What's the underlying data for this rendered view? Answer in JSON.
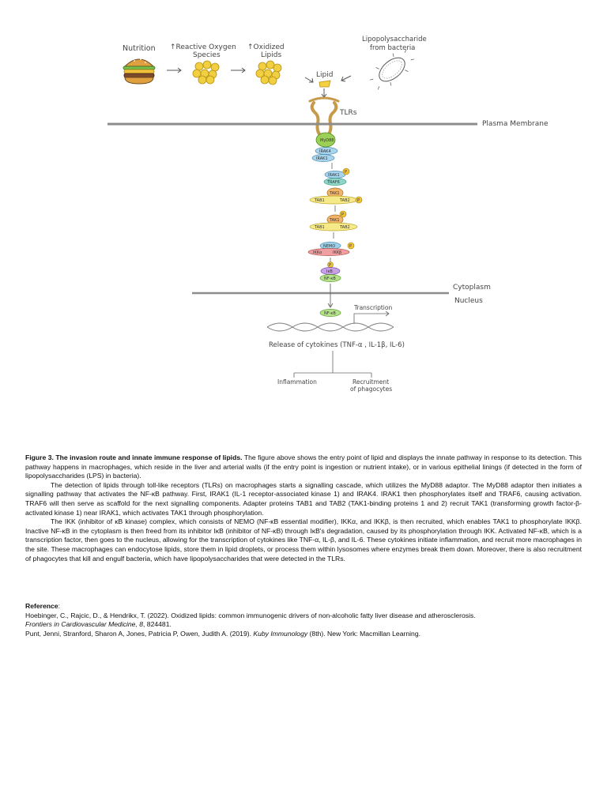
{
  "diagram": {
    "top_labels": {
      "nutrition": "Nutrition",
      "ros_1": "↑Reactive Oxygen",
      "ros_2": "Species",
      "ox_1": "↑Oxidized",
      "ox_2": "Lipids",
      "lps_1": "Lipopolysaccharide",
      "lps_2": "from bacteria",
      "lipid": "Lipid",
      "tlrs": "TLRs",
      "plasma_membrane": "Plasma Membrane",
      "cytoplasm": "Cytoplasm",
      "nucleus": "Nucleus",
      "transcription": "Transcription",
      "release": "Release of cytokines (TNF-α , IL-1β, IL-6)",
      "inflammation": "Inflammation",
      "recruit_1": "Recruitment",
      "recruit_2": "of phagocytes"
    },
    "molecules": {
      "myd88": "MyD88",
      "irak4": "IRAK4",
      "irak1": "IRAK1",
      "irak1_b": "IRAK1",
      "traf6": "TRAF6",
      "p": "P",
      "tak1": "TAK1",
      "tab1": "TAB1",
      "tab2": "TAB2",
      "nemo": "NEMO",
      "ikka": "IKKα",
      "ikkb": "IKKβ",
      "ikb": "IκB",
      "nfkb": "NF-κB"
    }
  },
  "caption": {
    "title": "Figure 3. The invasion route and innate immune response of lipids.",
    "p1": " The figure above shows the entry point of lipid and displays the innate pathway in response to its detection. This pathway happens in macrophages, which reside in the liver and arterial walls (if the entry point is ingestion or nutrient intake), or in various epithelial linings (if detected in the form of lipopolysaccharides (LPS) in bacteria).",
    "p2": "The detection of lipids through toll-like receptors (TLRs) on macrophages starts a signalling cascade, which utilizes the MyD88 adaptor. The MyD88 adaptor then initiates a signalling pathway that activates the NF-κB pathway. First, IRAK1 (IL-1 receptor-associated kinase 1) and IRAK4. IRAK1 then phosphorylates itself and TRAF6, causing activation. TRAF6 will then serve as scaffold for the next signalling components. Adapter proteins TAB1 and TAB2 (TAK1-binding proteins 1 and 2) recruit TAK1 (transforming growth factor-β-activated kinase 1) near IRAK1, which activates TAK1 through phosphorylation.",
    "p3": "The IKK (inhibitor of κB kinase) complex, which consists of NEMO (NF-κB essential modifier), IKKα, and IKKβ, is then recruited, which enables TAK1 to phosphorylate IKKβ. Inactive NF-κB in the cytoplasm is then freed from its inhibitor IκB (inhibitor of NF-κB) through IκB's degradation, caused by its phosphorylation through IKK. Activated NF-κB, which is a transcription factor, then goes to the nucleus, allowing for the transcription of cytokines like TNF-α, IL-β, and IL-6. These cytokines initiate inflammation, and recruit more macrophages in the site. These macrophages can endocytose lipids, store them in lipid droplets, or process them within lysosomes where enzymes break them down. Moreover, there is also recruitment of phagocytes that kill and engulf bacteria, which have lipopolysaccharides that were detected in the TLRs."
  },
  "references": {
    "heading": "Reference",
    "heading_colon": ":",
    "r1_text": "Hoebinger, C., Rajcic, D., & Hendrikx, T. (2022). Oxidized lipids: common immunogenic drivers of non-alcoholic fatty liver disease and atherosclerosis.",
    "r1_journal": "Frontiers in Cardiovascular Medicine, 8",
    "r1_tail": ", 824481.",
    "r2_text": "Punt, Jenni, Stranford, Sharon A, Jones, Patricia P, Owen, Judith A. (2019).",
    "r2_book": "Kuby Immunology",
    "r2_tail": " (8th). New York: Macmillan Learning."
  },
  "colors": {
    "membrane": "#8c8c8c",
    "burger_bun": "#e0a040",
    "burger_lettuce": "#7bbf4a",
    "burger_patty": "#7a4a2a",
    "ros_yellow": "#f0d040",
    "lipid_yellow": "#f5d040",
    "tlr_tan": "#e8c27a",
    "myd88_green": "#9bcf55",
    "irak_blue": "#a8d4ee",
    "traf6_teal": "#8fd6c8",
    "tak_orange": "#f2b46b",
    "tab_yellow": "#f6e98a",
    "nemo_blue": "#9fd0e6",
    "ikk_pink": "#f0a0a0",
    "ikb_purple": "#c8a0e6",
    "nfkb_green": "#b5e38a",
    "phospho": "#f3c330"
  }
}
